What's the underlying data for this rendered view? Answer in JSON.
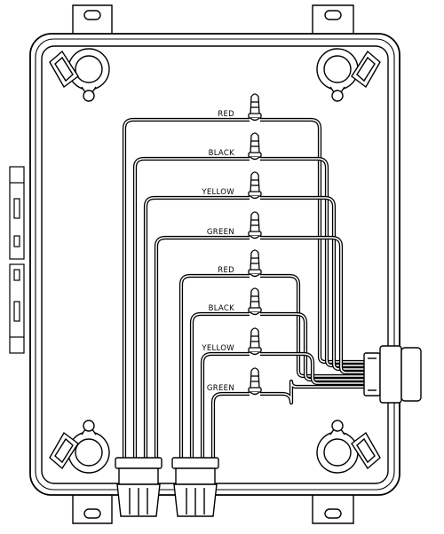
{
  "diagram": {
    "wire_labels": [
      "RED",
      "BLACK",
      "YELLOW",
      "GREEN",
      "RED",
      "BLACK",
      "YELLOW",
      "GREEN"
    ],
    "colors": {
      "line": "#000000",
      "background": "#ffffff"
    }
  }
}
